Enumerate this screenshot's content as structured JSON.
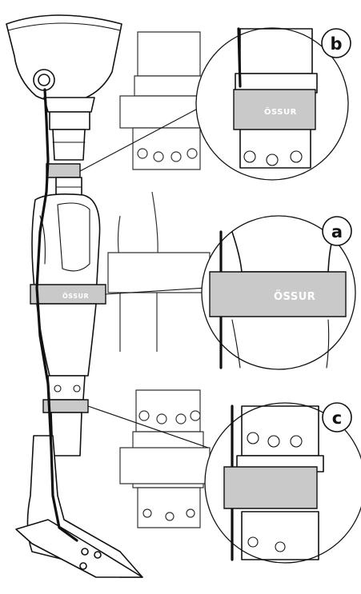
{
  "callouts": {
    "a": {
      "label": "a"
    },
    "b": {
      "label": "b"
    },
    "c": {
      "label": "c"
    }
  },
  "brand_text": "ÖSSUR",
  "colors": {
    "line": "#111111",
    "strap": "#c9c9c9",
    "background": "#ffffff"
  }
}
